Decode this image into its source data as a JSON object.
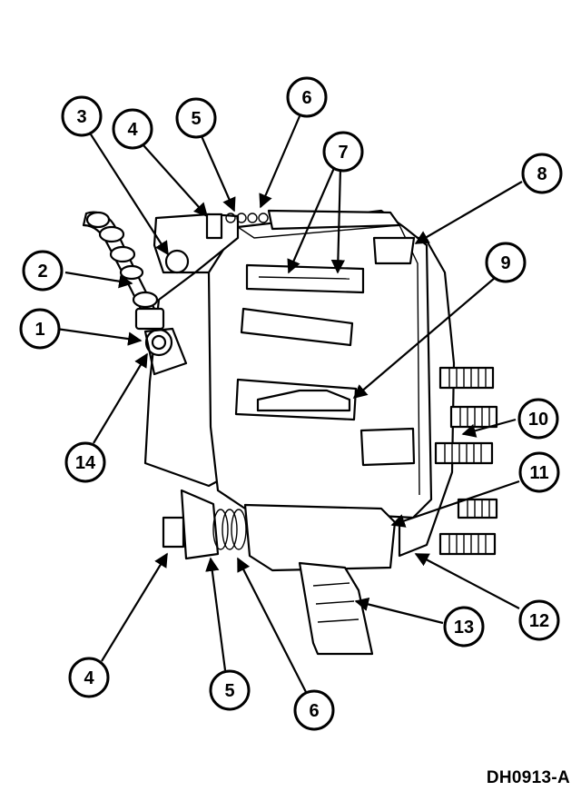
{
  "figure_code": "DH0913-A",
  "callouts": [
    {
      "label": "1"
    },
    {
      "label": "2"
    },
    {
      "label": "3"
    },
    {
      "label": "4"
    },
    {
      "label": "5"
    },
    {
      "label": "6"
    },
    {
      "label": "7"
    },
    {
      "label": "8"
    },
    {
      "label": "9"
    },
    {
      "label": "10"
    },
    {
      "label": "11"
    },
    {
      "label": "12"
    },
    {
      "label": "13"
    },
    {
      "label": "14"
    },
    {
      "label": "4"
    },
    {
      "label": "5"
    },
    {
      "label": "6"
    }
  ]
}
